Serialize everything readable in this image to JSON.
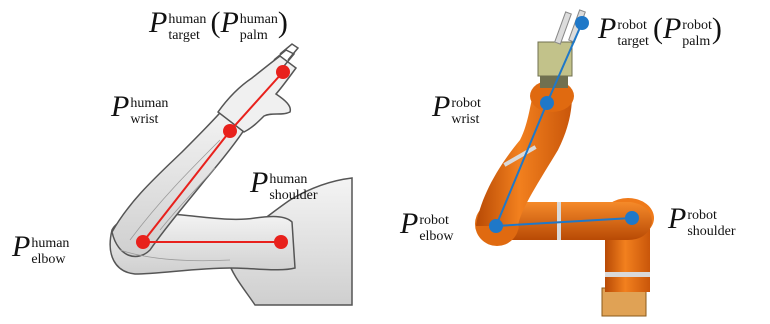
{
  "diagram": {
    "colors": {
      "human_joint": "#e8211c",
      "human_link": "#e8211c",
      "robot_joint": "#1f78c8",
      "robot_link": "#1f78c8",
      "robot_body": "#e8690f",
      "gripper": "#c2c28a"
    },
    "human": {
      "target": {
        "symbol": "P",
        "super": "human",
        "sub": "target"
      },
      "palm": {
        "symbol": "P",
        "super": "human",
        "sub": "palm"
      },
      "wrist": {
        "symbol": "P",
        "super": "human",
        "sub": "wrist"
      },
      "elbow": {
        "symbol": "P",
        "super": "human",
        "sub": "elbow"
      },
      "shoulder": {
        "symbol": "P",
        "super": "human",
        "sub": "shoulder"
      }
    },
    "robot": {
      "target": {
        "symbol": "P",
        "super": "robot",
        "sub": "target"
      },
      "palm": {
        "symbol": "P",
        "super": "robot",
        "sub": "palm"
      },
      "wrist": {
        "symbol": "P",
        "super": "robot",
        "sub": "wrist"
      },
      "elbow": {
        "symbol": "P",
        "super": "robot",
        "sub": "elbow"
      },
      "shoulder": {
        "symbol": "P",
        "super": "robot",
        "sub": "shoulder"
      }
    },
    "paren_open": "(",
    "paren_close": ")"
  }
}
